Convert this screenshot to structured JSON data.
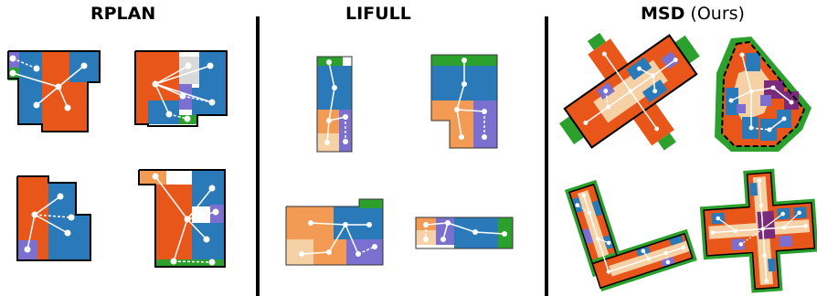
{
  "headers": {
    "rplan": "RPLAN",
    "lifull": "LIFULL",
    "msd": "MSD",
    "msd_suffix": "(Ours)"
  },
  "colors": {
    "living": "#e8561a",
    "bedroom": "#2a7ab9",
    "bath": "#7b6fcf",
    "kitchen": "#f39a54",
    "corridor": "#f6d1a6",
    "balcony": "#2ca02c",
    "storage": "#d9d9d9",
    "purple": "#7a2a7a",
    "divider": "#000000",
    "edge": "#ffffff"
  }
}
